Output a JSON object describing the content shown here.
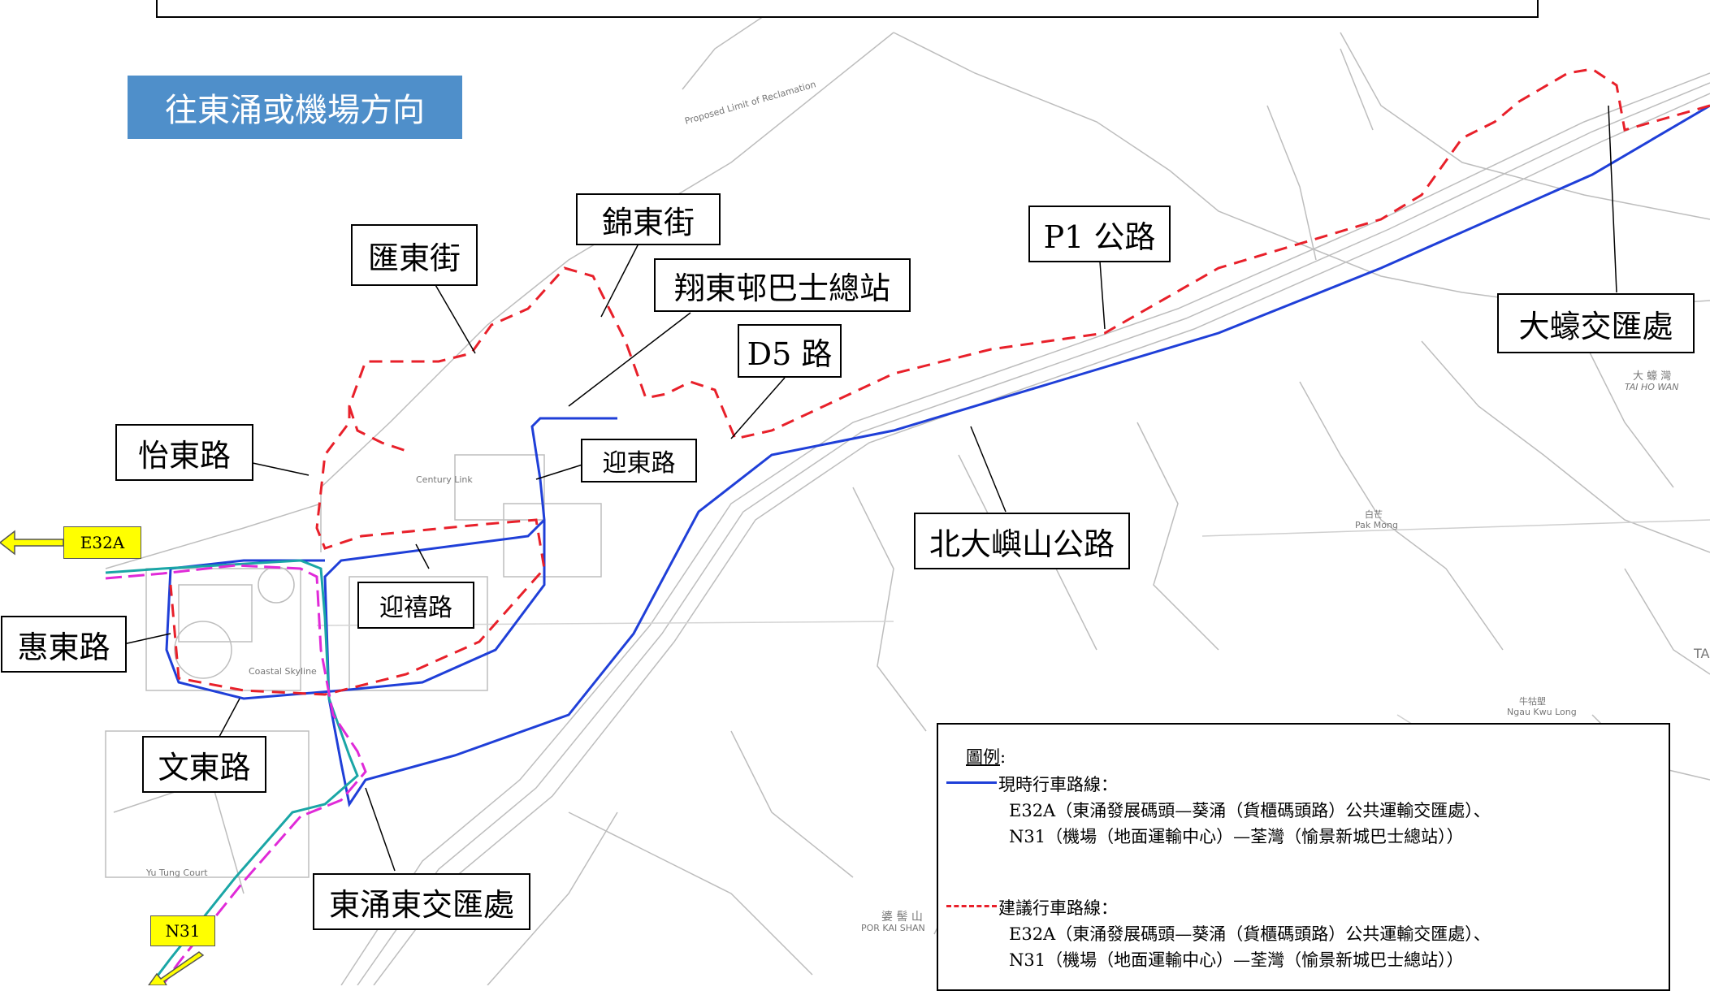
{
  "banner": "往東涌或機場方向",
  "callouts": {
    "wai_tung_street": "匯東街",
    "kam_tung_street": "錦東街",
    "cheung_tung_terminus": "翔東邨巴士總站",
    "p1_road": "P1 公路",
    "tai_ho_interchange": "大蠔交匯處",
    "d5_road": "D5 路",
    "yi_tung_road": "怡東路",
    "ying_tung_road": "迎東路",
    "ying_hei_road": "迎禧路",
    "wai_tung_road": "惠東路",
    "man_tung_road": "文東路",
    "tung_chung_east_interchange": "東涌東交匯處",
    "north_lantau_highway": "北大嶼山公路"
  },
  "route_tags": {
    "e32a": "E32A",
    "n31": "N31"
  },
  "map_labels": {
    "tai_ho_wan_cn": "大 蠔 灣",
    "tai_ho_wan_en": "TAI HO WAN",
    "pak_mong_cn": "白芒",
    "pak_mong_en": "Pak Mong",
    "ngau_kwu_long_cn": "牛牯塱",
    "ngau_kwu_long_en": "Ngau Kwu Long",
    "por_kai_shan_cn": "婆 髻 山",
    "por_kai_shan_en": "POR KAI SHAN",
    "reclamation": "Proposed Limit of Reclamation",
    "century_link": "Century Link",
    "coastal_skyline": "Coastal Skyline",
    "yu_tung_court": "Yu Tung Court",
    "ta_edge": "TA"
  },
  "legend": {
    "title": "圖例",
    "title_colon": ":",
    "existing": {
      "label": "現時行車路線：",
      "line1": "E32A（東涌發展碼頭—葵涌（貨櫃碼頭路）公共運輸交匯處）、",
      "line2": "N31（機場（地面運輸中心）—荃灣（愉景新城巴士總站））",
      "color": "#1f3fd8"
    },
    "proposed": {
      "label": "建議行車路線：",
      "line1": "E32A（東涌發展碼頭—葵涌（貨櫃碼頭路）公共運輸交匯處）、",
      "line2": "N31（機場（地面運輸中心）—荃灣（愉景新城巴士總站））",
      "color": "#e8202a"
    }
  },
  "colors": {
    "banner": "#4f8fca",
    "tag": "#ffff00",
    "teal": "#1aa6a6",
    "magenta": "#e02ad8"
  }
}
